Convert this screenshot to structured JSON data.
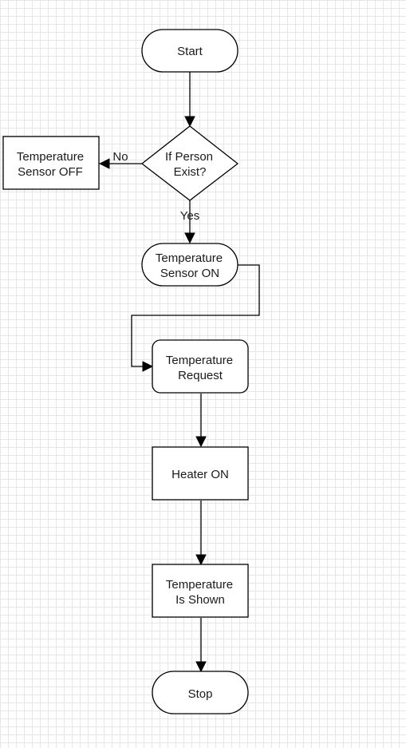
{
  "nodes": {
    "start": {
      "text": "Start"
    },
    "decision": {
      "line1": "If Person",
      "line2": "Exist?"
    },
    "sensor_off": {
      "line1": "Temperature",
      "line2": "Sensor OFF"
    },
    "sensor_on": {
      "line1": "Temperature",
      "line2": "Sensor ON"
    },
    "temp_request": {
      "line1": "Temperature",
      "line2": "Request"
    },
    "heater_on": {
      "text": "Heater ON"
    },
    "temp_shown": {
      "line1": "Temperature",
      "line2": "Is Shown"
    },
    "stop": {
      "text": "Stop"
    }
  },
  "edges": {
    "no_label": "No",
    "yes_label": "Yes"
  },
  "colors": {
    "stroke": "#000000",
    "fill": "#ffffff",
    "grid": "#e6e6e6"
  }
}
